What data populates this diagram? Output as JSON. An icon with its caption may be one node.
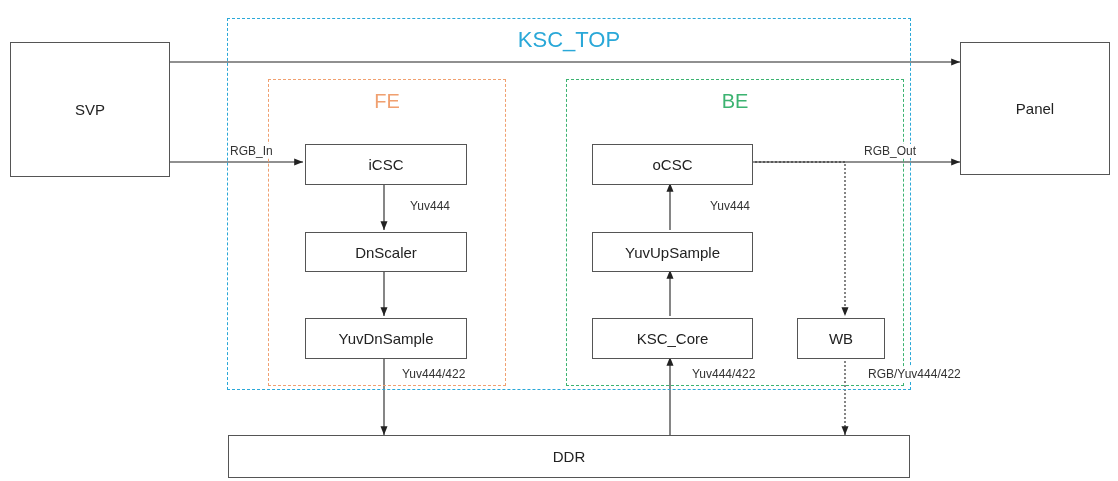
{
  "diagram": {
    "nodes": [
      {
        "text": [
          "KSC_TOP"
        ]
      },
      {
        "text": [
          "SVP"
        ]
      },
      {
        "text": [
          "Panel"
        ]
      },
      {
        "text": [
          "FE"
        ],
        "in": 0
      },
      {
        "text": [
          "iCSC"
        ],
        "in": 3
      },
      {
        "text": [
          "DnScaler"
        ],
        "in": 3
      },
      {
        "text": [
          "YuvDnSample"
        ],
        "in": 3
      },
      {
        "text": [
          "BE"
        ],
        "in": 0
      },
      {
        "text": [
          "oCSC"
        ],
        "in": 7
      },
      {
        "text": [
          "YuvUpSample"
        ],
        "in": 7
      },
      {
        "text": [
          "KSC_Core"
        ],
        "in": 7
      },
      {
        "text": [
          "WB"
        ],
        "in": 7
      },
      {
        "text": [
          "DDR"
        ]
      }
    ],
    "edges": [
      {
        "from": 1,
        "to": 2,
        "arrow": "to"
      },
      {
        "from": 1,
        "to": 4,
        "arrow": "to",
        "label": "RGB_In"
      },
      {
        "from": 4,
        "to": 5,
        "arrow": "to",
        "label": "Yuv444"
      },
      {
        "from": 5,
        "to": 6,
        "arrow": "to"
      },
      {
        "from": 6,
        "to": 12,
        "arrow": "to",
        "label": "Yuv444/422"
      },
      {
        "from": 12,
        "to": 10,
        "arrow": "to",
        "label": "Yuv444/422"
      },
      {
        "from": 10,
        "to": 9,
        "arrow": "to"
      },
      {
        "from": 9,
        "to": 8,
        "arrow": "to",
        "label": "Yuv444"
      },
      {
        "from": 8,
        "to": 2,
        "arrow": "to",
        "label": "RGB_Out"
      },
      {
        "from": 8,
        "to": 11,
        "arrow": "to",
        "style": "dashed"
      },
      {
        "from": 11,
        "to": 12,
        "arrow": "to",
        "style": "dashed",
        "label": "RGB/Yuv444/422"
      }
    ]
  }
}
